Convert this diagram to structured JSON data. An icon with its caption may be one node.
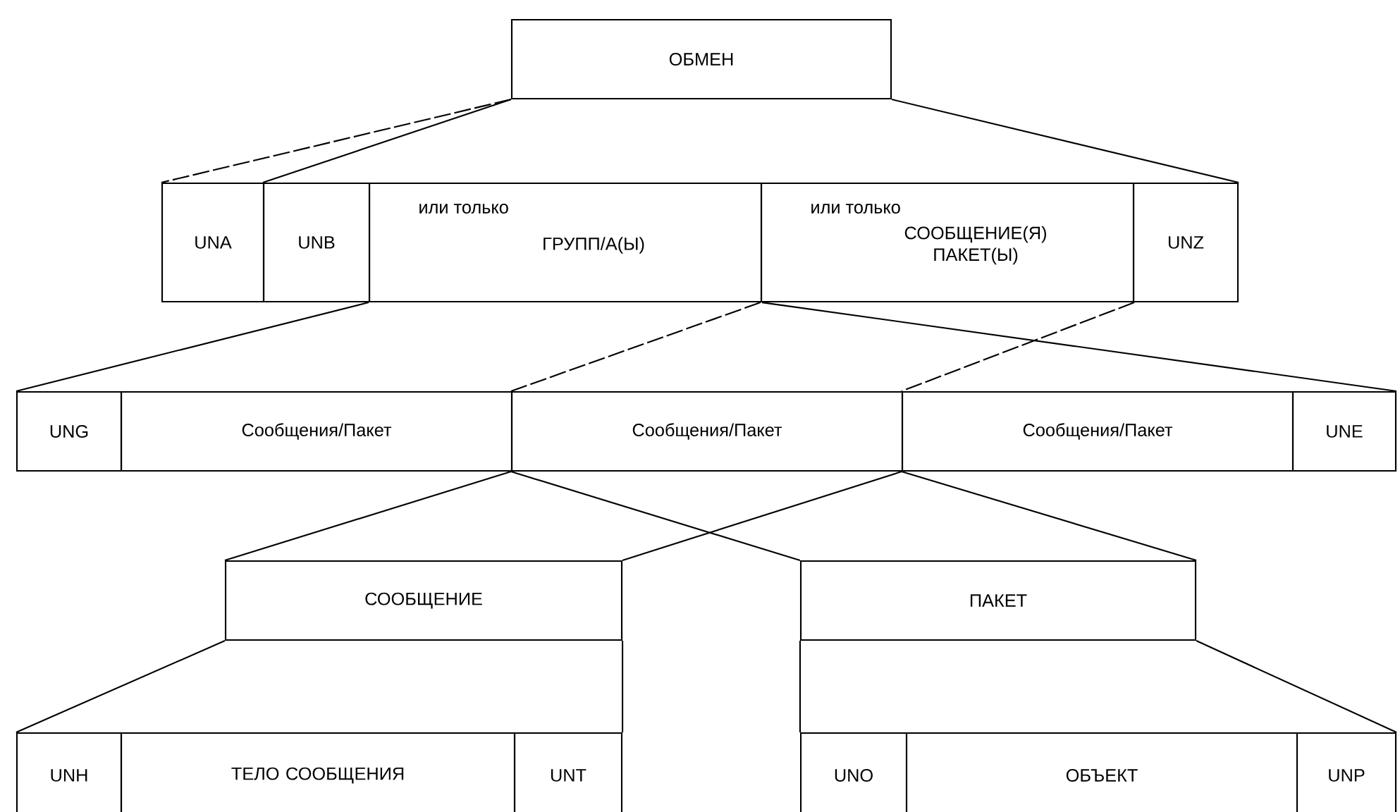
{
  "diagram": {
    "nodes": [
      {
        "text": [
          "ОБМЕН"
        ]
      },
      {
        "text": [
          "UNA"
        ]
      },
      {
        "text": [
          "UNB"
        ]
      },
      {
        "text": [
          "или только",
          "ГРУПП/А(Ы)"
        ]
      },
      {
        "text": [
          "или только",
          "СООБЩЕНИЕ(Я) ПАКЕТ(Ы)"
        ]
      },
      {
        "text": [
          "UNZ"
        ]
      },
      {
        "text": [
          "UNG"
        ]
      },
      {
        "text": [
          "Сообщения/Пакет"
        ]
      },
      {
        "text": [
          "Сообщения/Пакет"
        ]
      },
      {
        "text": [
          "Сообщения/Пакет"
        ]
      },
      {
        "text": [
          "UNE"
        ]
      },
      {
        "text": [
          "СООБЩЕНИЕ"
        ]
      },
      {
        "text": [
          "ПАКЕТ"
        ]
      },
      {
        "text": [
          "UNH"
        ]
      },
      {
        "text": [
          "ТЕЛО СООБЩЕНИЯ"
        ]
      },
      {
        "text": [
          "UNT"
        ]
      },
      {
        "text": [
          "UNO"
        ]
      },
      {
        "text": [
          "ОБЪЕКТ"
        ]
      },
      {
        "text": [
          "UNP"
        ]
      }
    ],
    "edges": [
      {
        "from": 0,
        "to": 1,
        "arrow": "none",
        "style": "dashed"
      },
      {
        "from": 0,
        "to": 2,
        "arrow": "none"
      },
      {
        "from": 0,
        "to": 5,
        "arrow": "none"
      },
      {
        "from": 3,
        "to": 6,
        "arrow": "none"
      },
      {
        "from": 4,
        "to": 8,
        "arrow": "none",
        "style": "dashed"
      },
      {
        "from": 3,
        "to": 10,
        "arrow": "none"
      },
      {
        "from": 4,
        "to": 9,
        "arrow": "none",
        "style": "dashed"
      },
      {
        "from": 8,
        "to": 11,
        "arrow": "none"
      },
      {
        "from": 8,
        "to": 12,
        "arrow": "none"
      },
      {
        "from": 9,
        "to": 11,
        "arrow": "none"
      },
      {
        "from": 9,
        "to": 12,
        "arrow": "none"
      },
      {
        "from": 11,
        "to": 13,
        "arrow": "none"
      },
      {
        "from": 12,
        "to": 18,
        "arrow": "none"
      },
      {
        "from": 11,
        "to": 15,
        "arrow": "none"
      },
      {
        "from": 12,
        "to": 16,
        "arrow": "none"
      }
    ]
  }
}
